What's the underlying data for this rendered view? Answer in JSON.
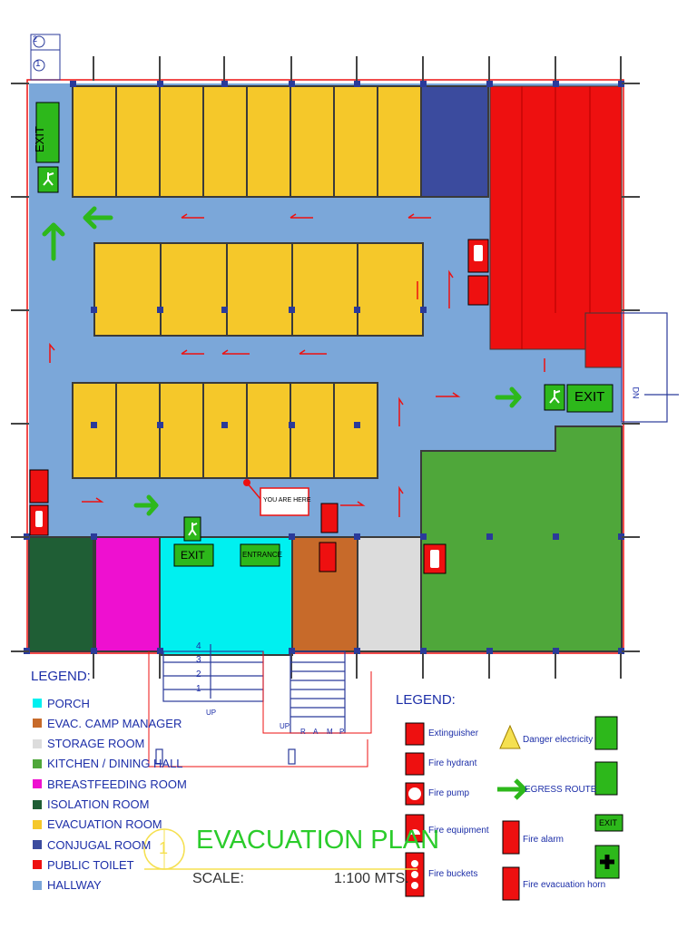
{
  "colors": {
    "hallway": "#7ba7d9",
    "evacuation_room": "#f5c82a",
    "conjugal_room": "#3b4b9e",
    "public_toilet": "#ee1010",
    "porch": "#00f0f0",
    "evac_camp_manager": "#c76a2a",
    "storage_room": "#dcdcdc",
    "kitchen_dining": "#4fa73a",
    "breastfeeding_room": "#ee10d0",
    "isolation_room": "#1f5e35",
    "egress_arrow": "#2db81b",
    "wall": "#3a3a3a",
    "legend_text": "#1c2ea8",
    "title_green": "#2bcc2b"
  },
  "grid_labels": {
    "top_a": "2",
    "top_b": "1",
    "stair": [
      "4",
      "3",
      "2",
      "1"
    ]
  },
  "plan_labels": {
    "exit_top_left": "EXIT",
    "exit_right": "EXIT",
    "exit_bottom": "EXIT",
    "entrance": "ENTRANCE",
    "you_are_here": "YOU ARE HERE",
    "up_left": "UP",
    "up_ramp": "UP",
    "ramp_letters": [
      "R",
      "A",
      "M",
      "P"
    ],
    "dn": "DN"
  },
  "legend_left": {
    "title": "LEGEND:",
    "items": [
      {
        "label": "PORCH",
        "color": "#00f0f0"
      },
      {
        "label": "EVAC. CAMP MANAGER",
        "color": "#c76a2a"
      },
      {
        "label": "STORAGE ROOM",
        "color": "#dcdcdc"
      },
      {
        "label": "KITCHEN / DINING HALL",
        "color": "#4fa73a"
      },
      {
        "label": "BREASTFEEDING ROOM",
        "color": "#ee10d0"
      },
      {
        "label": "ISOLATION ROOM",
        "color": "#1f5e35"
      },
      {
        "label": "EVACUATION ROOM",
        "color": "#f5c82a"
      },
      {
        "label": "CONJUGAL ROOM",
        "color": "#3b4b9e"
      },
      {
        "label": "PUBLIC TOILET",
        "color": "#ee1010"
      },
      {
        "label": "HALLWAY",
        "color": "#7ba7d9"
      }
    ]
  },
  "legend_right": {
    "title": "LEGEND:",
    "symbols": {
      "extinguisher": "Extinguisher",
      "fire_hydrant": "Fire hydrant",
      "fire_pump": "Fire pump",
      "fire_equipment": "Fire equipment",
      "fire_buckets": "Fire buckets",
      "danger_electricity": "Danger electricity",
      "egress_route": "EGRESS ROUTE",
      "fire_alarm": "Fire alarm",
      "fire_evacuation_horn": "Fire evacuation horn",
      "exit_sign": "EXIT"
    }
  },
  "title_block": {
    "number": "1",
    "title": "EVACUATION  PLAN",
    "scale_label": "SCALE:",
    "scale_value": "1:100 MTS."
  }
}
